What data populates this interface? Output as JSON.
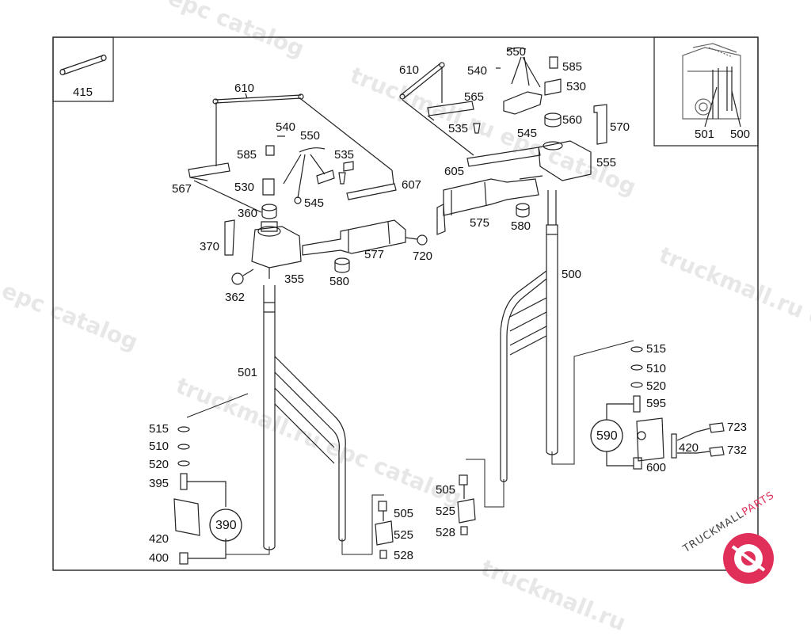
{
  "watermark": {
    "text_a": "truckmall.ru epc catalog",
    "text_b": "epc catalog",
    "text_c": "truckmall.ru",
    "text_d": "truckmall.ru e"
  },
  "logo": {
    "prefix": "TRUCKMALL",
    "suffix": "PARTS",
    "accent_color": "#e0305a"
  },
  "inset_top_left": {
    "part": "415"
  },
  "inset_top_right": {
    "left_part": "501",
    "right_part": "500"
  },
  "callouts": {
    "p610a": "610",
    "p540a": "540",
    "p550a": "550",
    "p585a": "585",
    "p535a": "535",
    "p530a": "530",
    "p545a": "545",
    "p567": "567",
    "p607": "607",
    "p360": "360",
    "p370": "370",
    "p577": "577",
    "p720": "720",
    "p580a": "580",
    "p355": "355",
    "p362": "362",
    "p610b": "610",
    "p550b": "550",
    "p540b": "540",
    "p585b": "585",
    "p530b": "530",
    "p565": "565",
    "p535b": "535",
    "p545b": "545",
    "p560": "560",
    "p570": "570",
    "p605": "605",
    "p555": "555",
    "p575": "575",
    "p580b": "580",
    "p500": "500",
    "p501": "501",
    "p515a": "515",
    "p510a": "510",
    "p520a": "520",
    "p395": "395",
    "p390": "390",
    "p420a": "420",
    "p400": "400",
    "p505a": "505",
    "p525a": "525",
    "p528a": "528",
    "p505b": "505",
    "p525b": "525",
    "p528b": "528",
    "p515b": "515",
    "p510b": "510",
    "p520b": "520",
    "p595": "595",
    "p590": "590",
    "p600": "600",
    "p420b": "420",
    "p723": "723",
    "p732": "732"
  }
}
